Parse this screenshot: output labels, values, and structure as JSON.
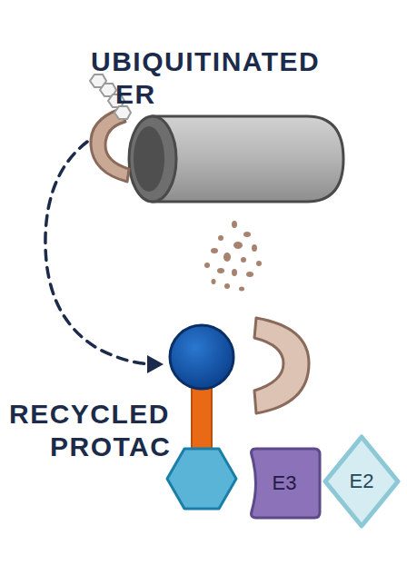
{
  "diagram": {
    "nodes": [
      {
        "text": [
          "E3"
        ]
      },
      {
        "text": [
          "E2"
        ]
      }
    ],
    "labels": [
      "UBIQUITINATED ER",
      "RECYCLED PROTAC"
    ]
  }
}
